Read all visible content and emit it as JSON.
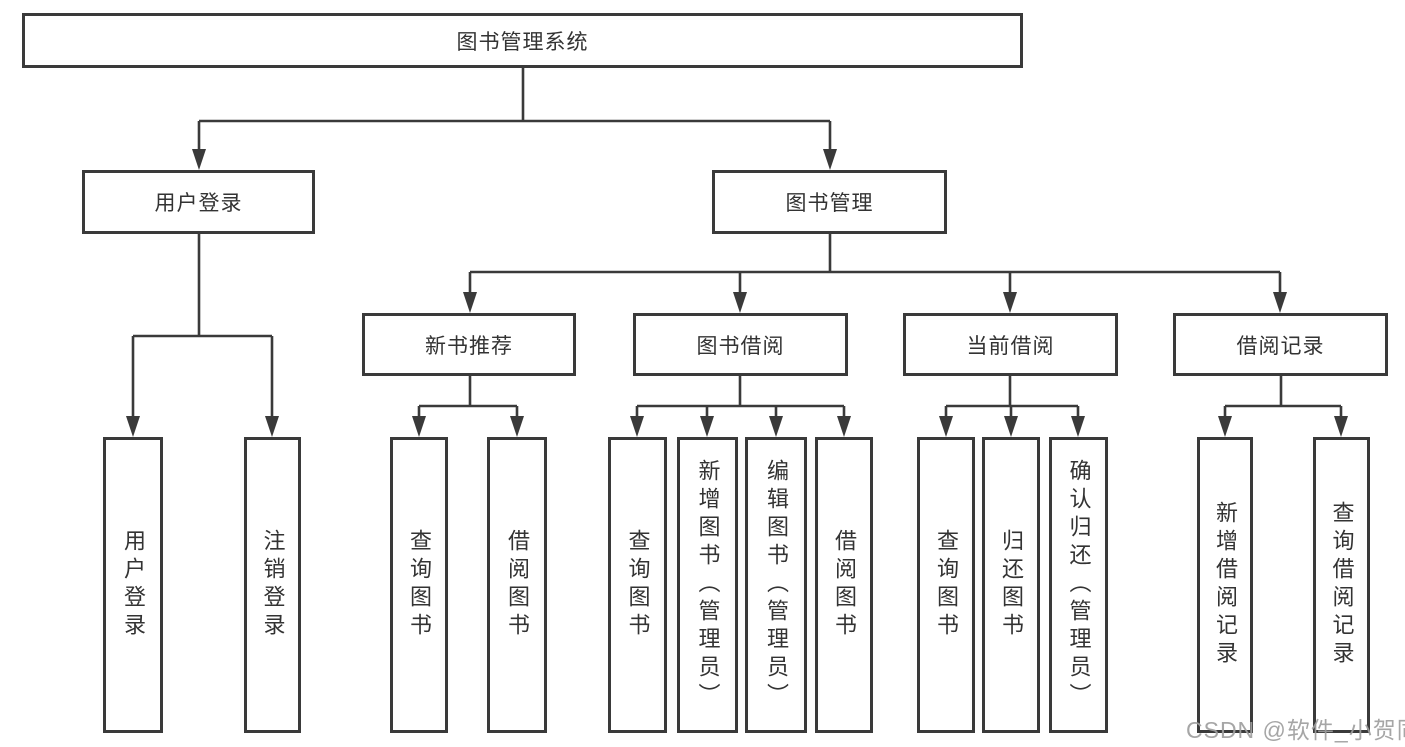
{
  "root": {
    "label": "图书管理系统"
  },
  "level2": [
    {
      "id": "user-login",
      "label": "用户登录"
    },
    {
      "id": "book-management",
      "label": "图书管理"
    }
  ],
  "level3": [
    {
      "id": "new-book-recommend",
      "label": "新书推荐"
    },
    {
      "id": "book-borrow",
      "label": "图书借阅"
    },
    {
      "id": "current-borrow",
      "label": "当前借阅"
    },
    {
      "id": "borrow-record",
      "label": "借阅记录"
    }
  ],
  "leaves": [
    {
      "group": "user-login",
      "label": "用户登录"
    },
    {
      "group": "user-login",
      "label": "注销登录"
    },
    {
      "group": "new-book-recommend",
      "label": "查询图书"
    },
    {
      "group": "new-book-recommend",
      "label": "借阅图书"
    },
    {
      "group": "book-borrow",
      "label": "查询图书"
    },
    {
      "group": "book-borrow",
      "label": "新增图书（管理员）"
    },
    {
      "group": "book-borrow",
      "label": "编辑图书（管理员）"
    },
    {
      "group": "book-borrow",
      "label": "借阅图书"
    },
    {
      "group": "current-borrow",
      "label": "查询图书"
    },
    {
      "group": "current-borrow",
      "label": "归还图书"
    },
    {
      "group": "current-borrow",
      "label": "确认归还（管理员）"
    },
    {
      "group": "borrow-record",
      "label": "新增借阅记录"
    },
    {
      "group": "borrow-record",
      "label": "查询借阅记录"
    }
  ],
  "watermark": {
    "text": "CSDN @软件_小贺同学"
  },
  "colors": {
    "line": "#3a3a3a",
    "text": "#333333",
    "background": "#ffffff",
    "watermark": "#9e9e9e"
  }
}
